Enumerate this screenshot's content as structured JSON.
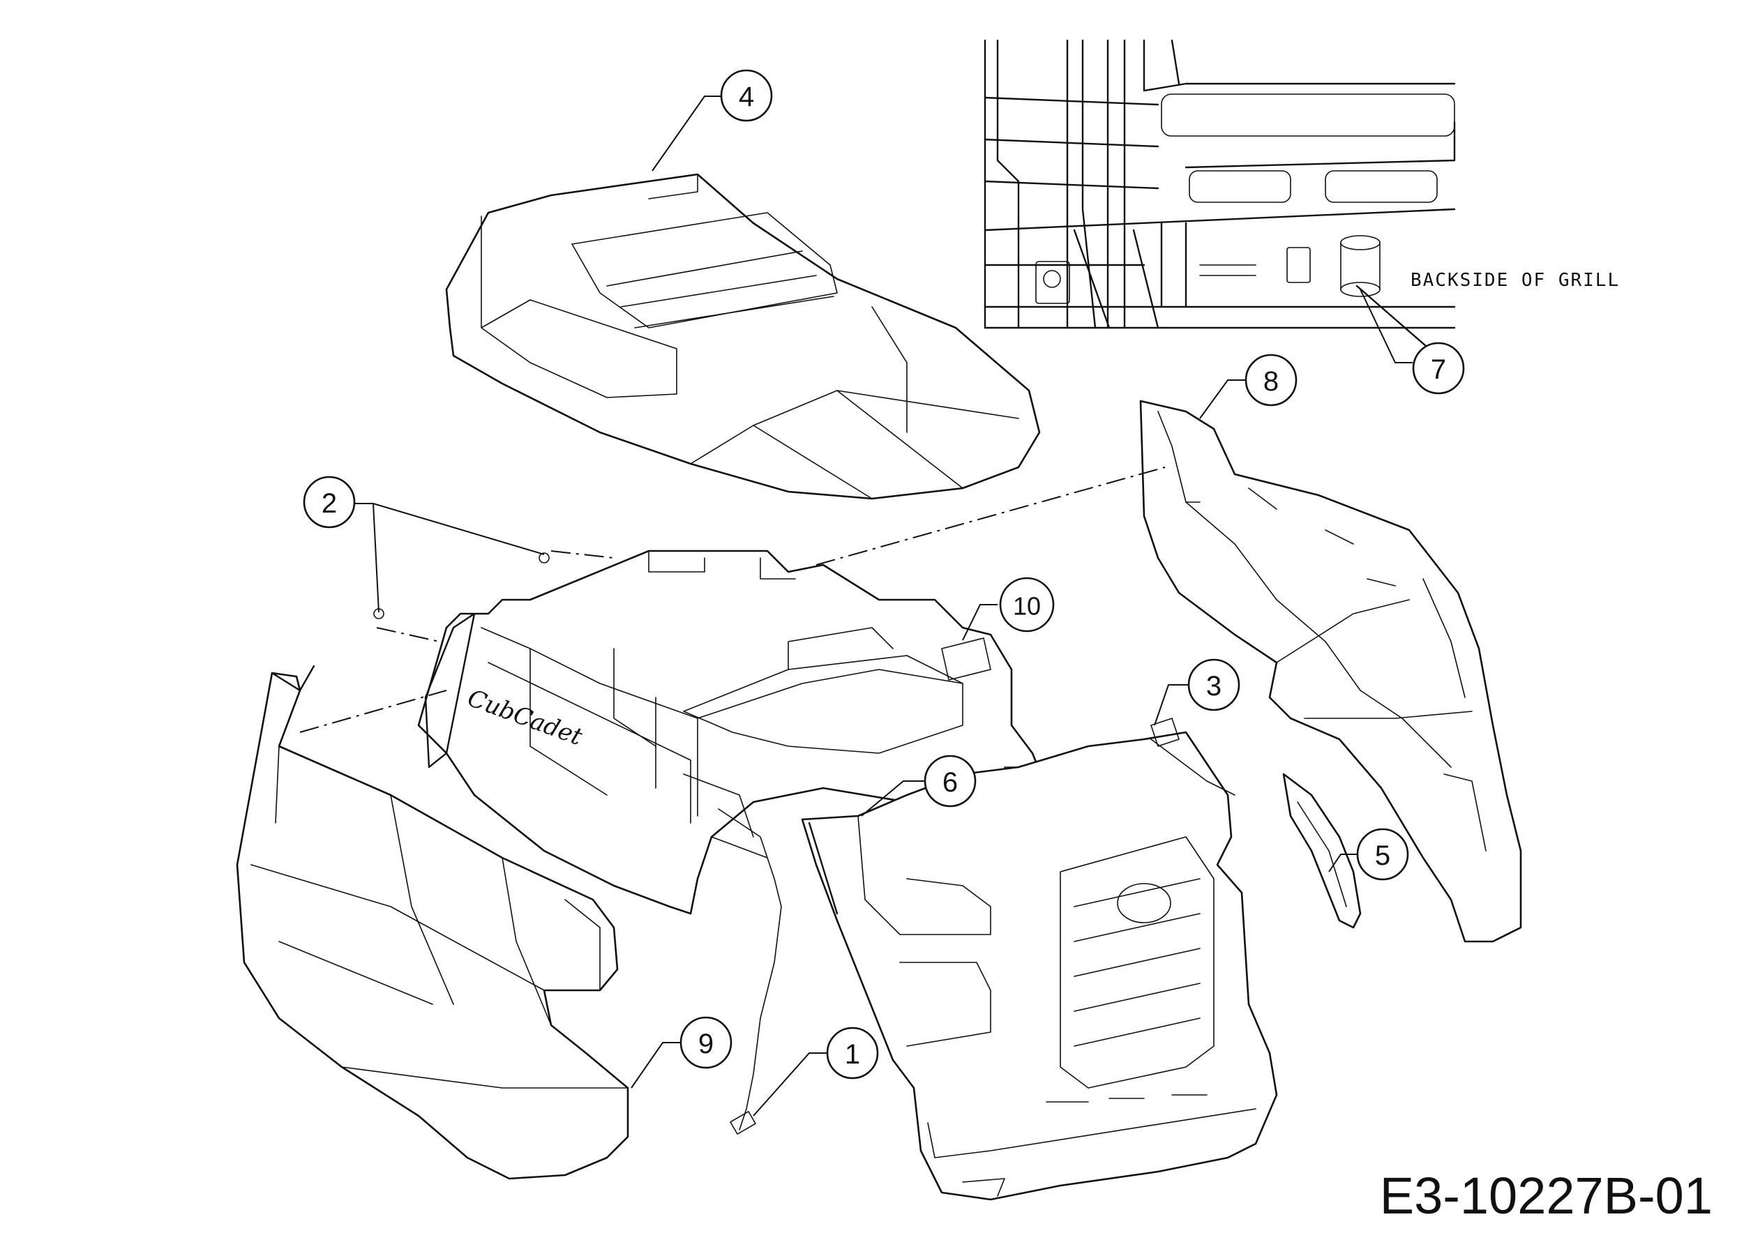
{
  "diagram": {
    "drawing_code": "E3-10227B-01",
    "inset_note": "BACKSIDE OF GRILL",
    "brand_mark": "CubCadet",
    "callouts": [
      {
        "label": "1"
      },
      {
        "label": "2"
      },
      {
        "label": "3"
      },
      {
        "label": "4"
      },
      {
        "label": "5"
      },
      {
        "label": "6"
      },
      {
        "label": "7"
      },
      {
        "label": "8"
      },
      {
        "label": "9"
      },
      {
        "label": "10"
      }
    ]
  }
}
